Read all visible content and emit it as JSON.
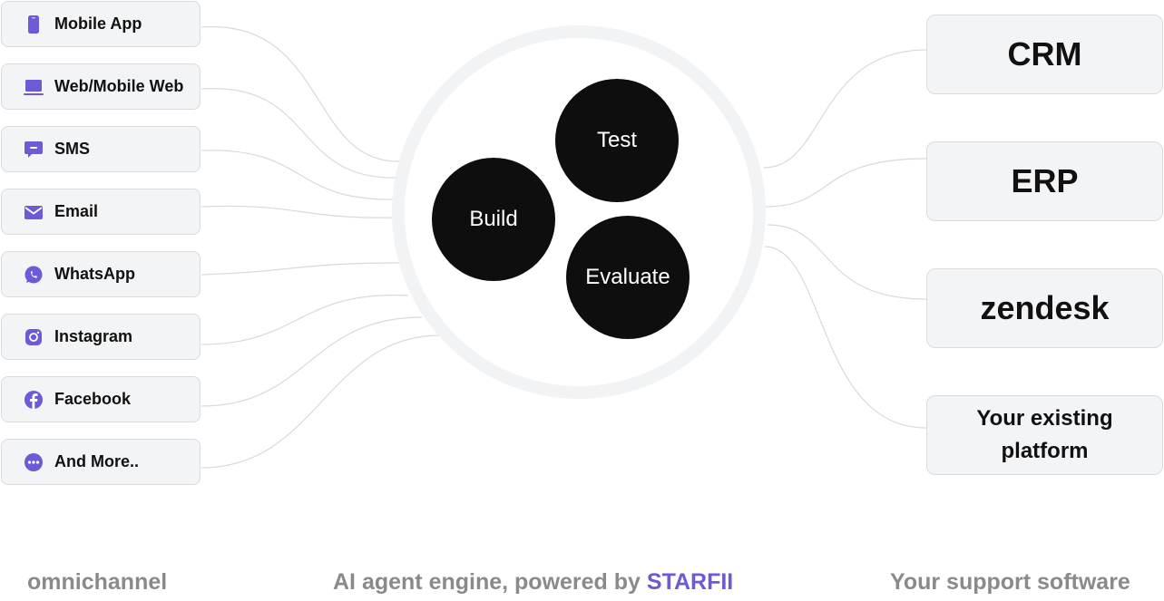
{
  "channels": [
    {
      "label": "Mobile App",
      "icon": "mobile-phone-icon"
    },
    {
      "label": "Web/Mobile Web",
      "icon": "laptop-icon"
    },
    {
      "label": "SMS",
      "icon": "chat-bubble-icon"
    },
    {
      "label": "Email",
      "icon": "envelope-icon"
    },
    {
      "label": "WhatsApp",
      "icon": "whatsapp-icon"
    },
    {
      "label": "Instagram",
      "icon": "instagram-icon"
    },
    {
      "label": "Facebook",
      "icon": "facebook-icon"
    },
    {
      "label": "And More..",
      "icon": "more-dots-icon"
    }
  ],
  "engine": {
    "test": "Test",
    "build": "Build",
    "evaluate": "Evaluate"
  },
  "software": [
    {
      "label": "CRM"
    },
    {
      "label": "ERP"
    },
    {
      "label": "zendesk"
    },
    {
      "label": "Your existing platform"
    }
  ],
  "footer": {
    "left": "omnichannel",
    "center_prefix": "AI agent engine, powered by ",
    "center_brand": "STARFII",
    "right": "Your support software"
  },
  "colors": {
    "accent": "#6b5bd6",
    "bubble": "#0e0e0e",
    "card_bg": "#f3f4f6",
    "footer_text": "#8a8a8a"
  }
}
